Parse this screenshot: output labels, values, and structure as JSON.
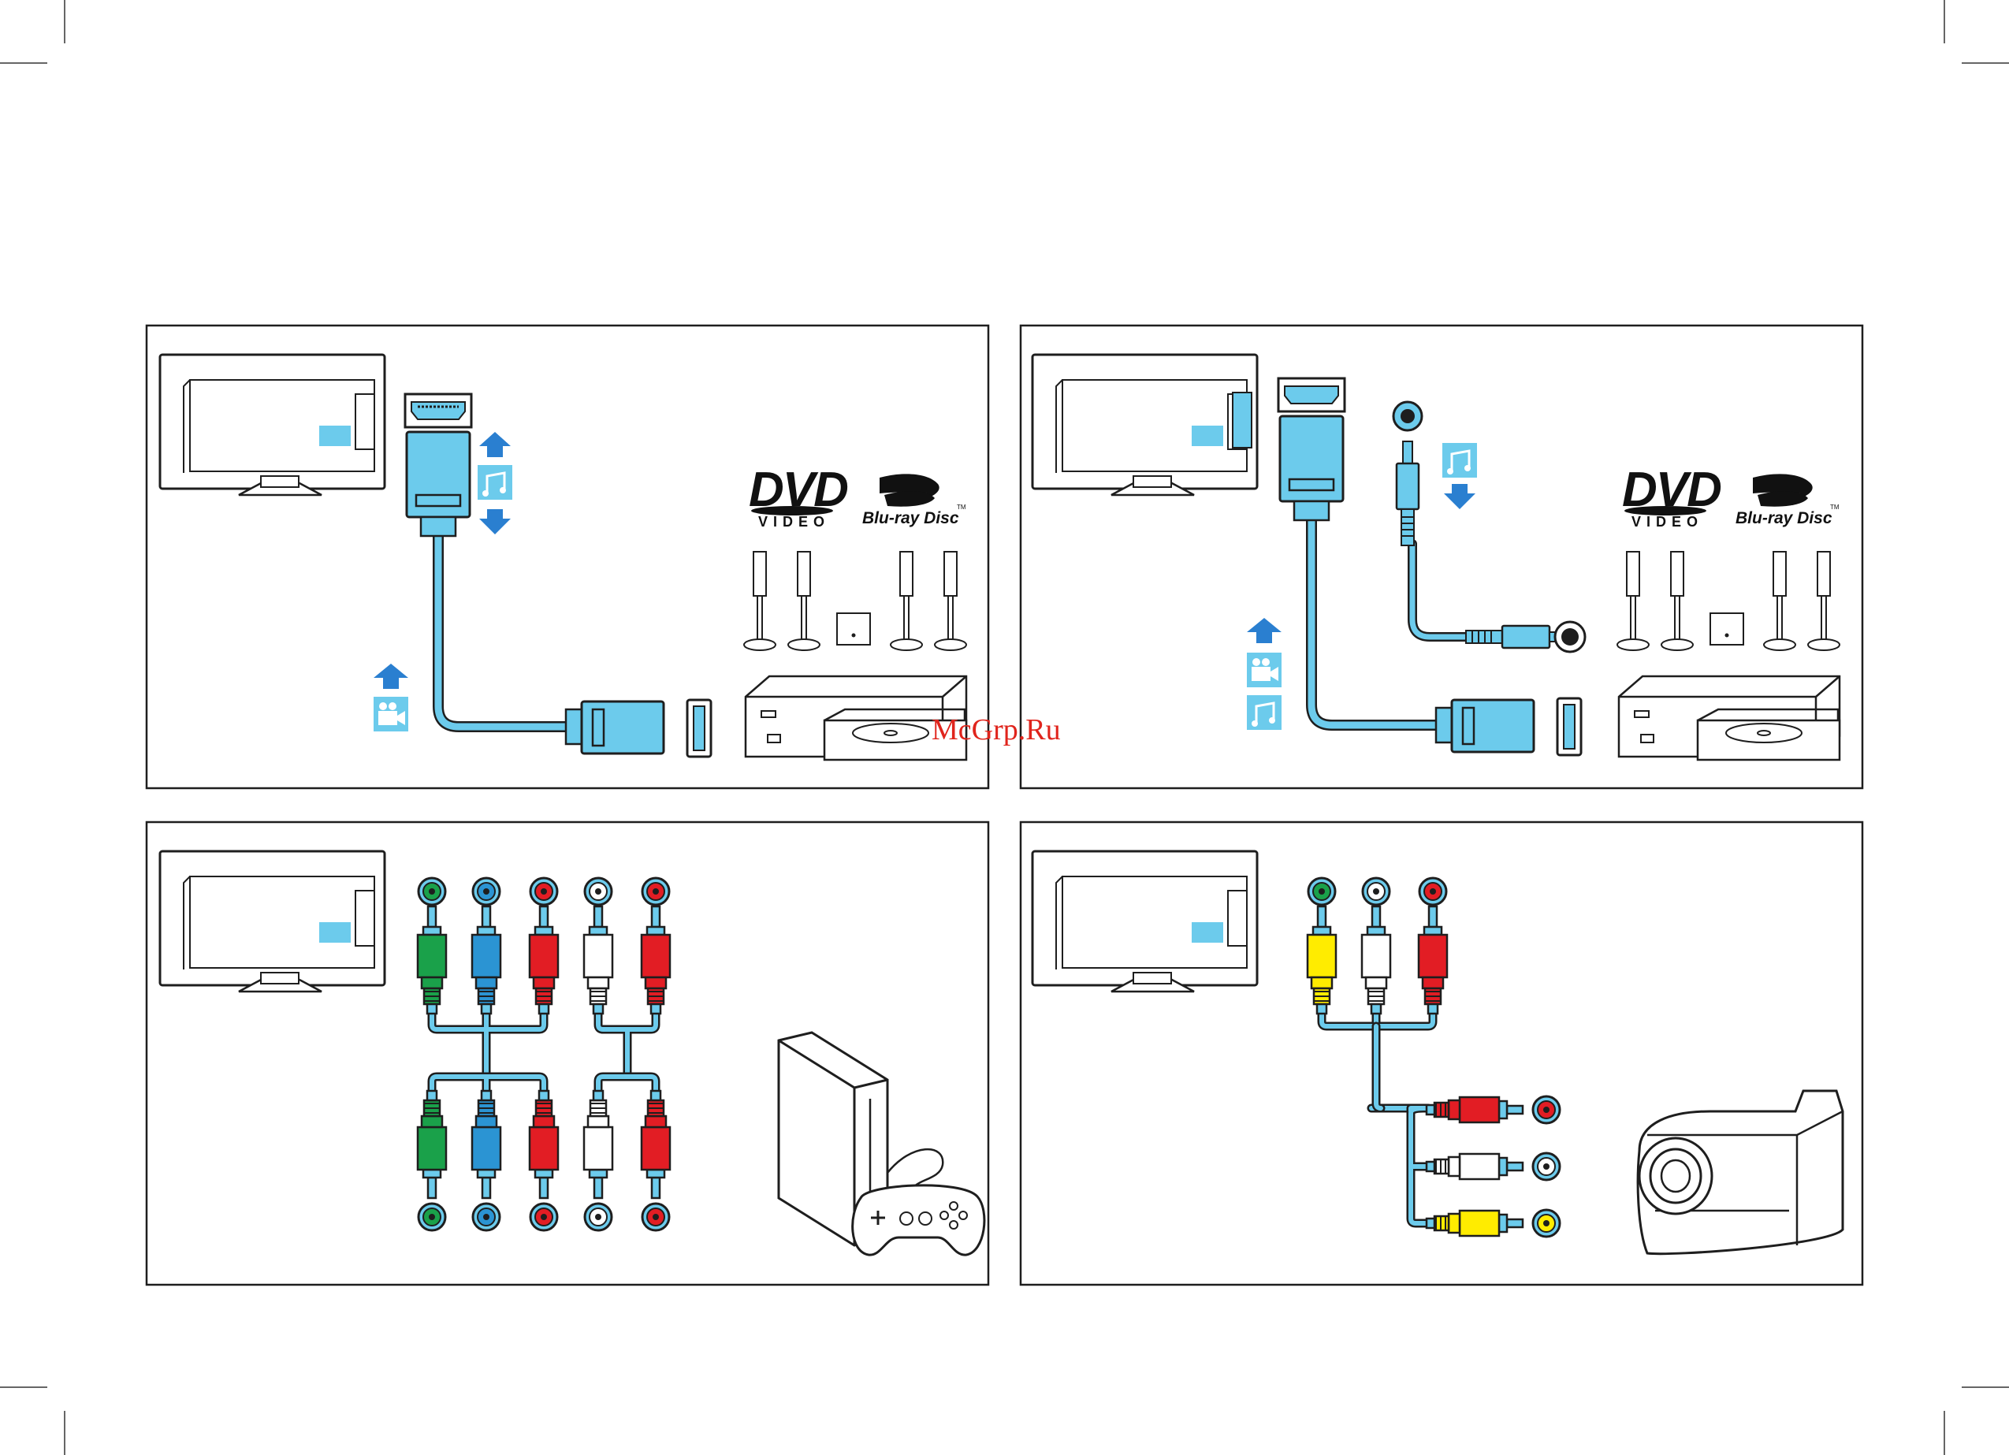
{
  "watermark": {
    "text": "McGrp.Ru"
  },
  "logos": {
    "dvd": "DVD",
    "video": "VIDEO",
    "bluray": "Blu-ray Disc",
    "tm": "TM"
  },
  "icons": {
    "arrow": "arrow-icon",
    "music": "music-note-icon",
    "video": "video-camera-icon"
  },
  "colors": {
    "cable": "#6ccbec",
    "outline": "#1e1e1e",
    "arrow": "#2a7fd0",
    "green": "#1aa14a",
    "blue": "#2b94d3",
    "red": "#e21d24",
    "white": "#ffffff",
    "yellow": "#ffec00",
    "watermark": "#e0241c"
  },
  "panels": [
    {
      "id": "hdmi-arc",
      "connection": "HDMI",
      "devices": [
        "tv",
        "dvd",
        "blu-ray",
        "home-theater"
      ]
    },
    {
      "id": "hdmi-optical",
      "connection": "HDMI + optical audio",
      "devices": [
        "tv",
        "dvd",
        "blu-ray",
        "home-theater"
      ]
    },
    {
      "id": "component",
      "connection": "Y Pb Pr + L/R audio",
      "devices": [
        "tv",
        "game-console"
      ]
    },
    {
      "id": "composite",
      "connection": "CVBS + L/R audio",
      "devices": [
        "tv",
        "camcorder"
      ]
    }
  ]
}
